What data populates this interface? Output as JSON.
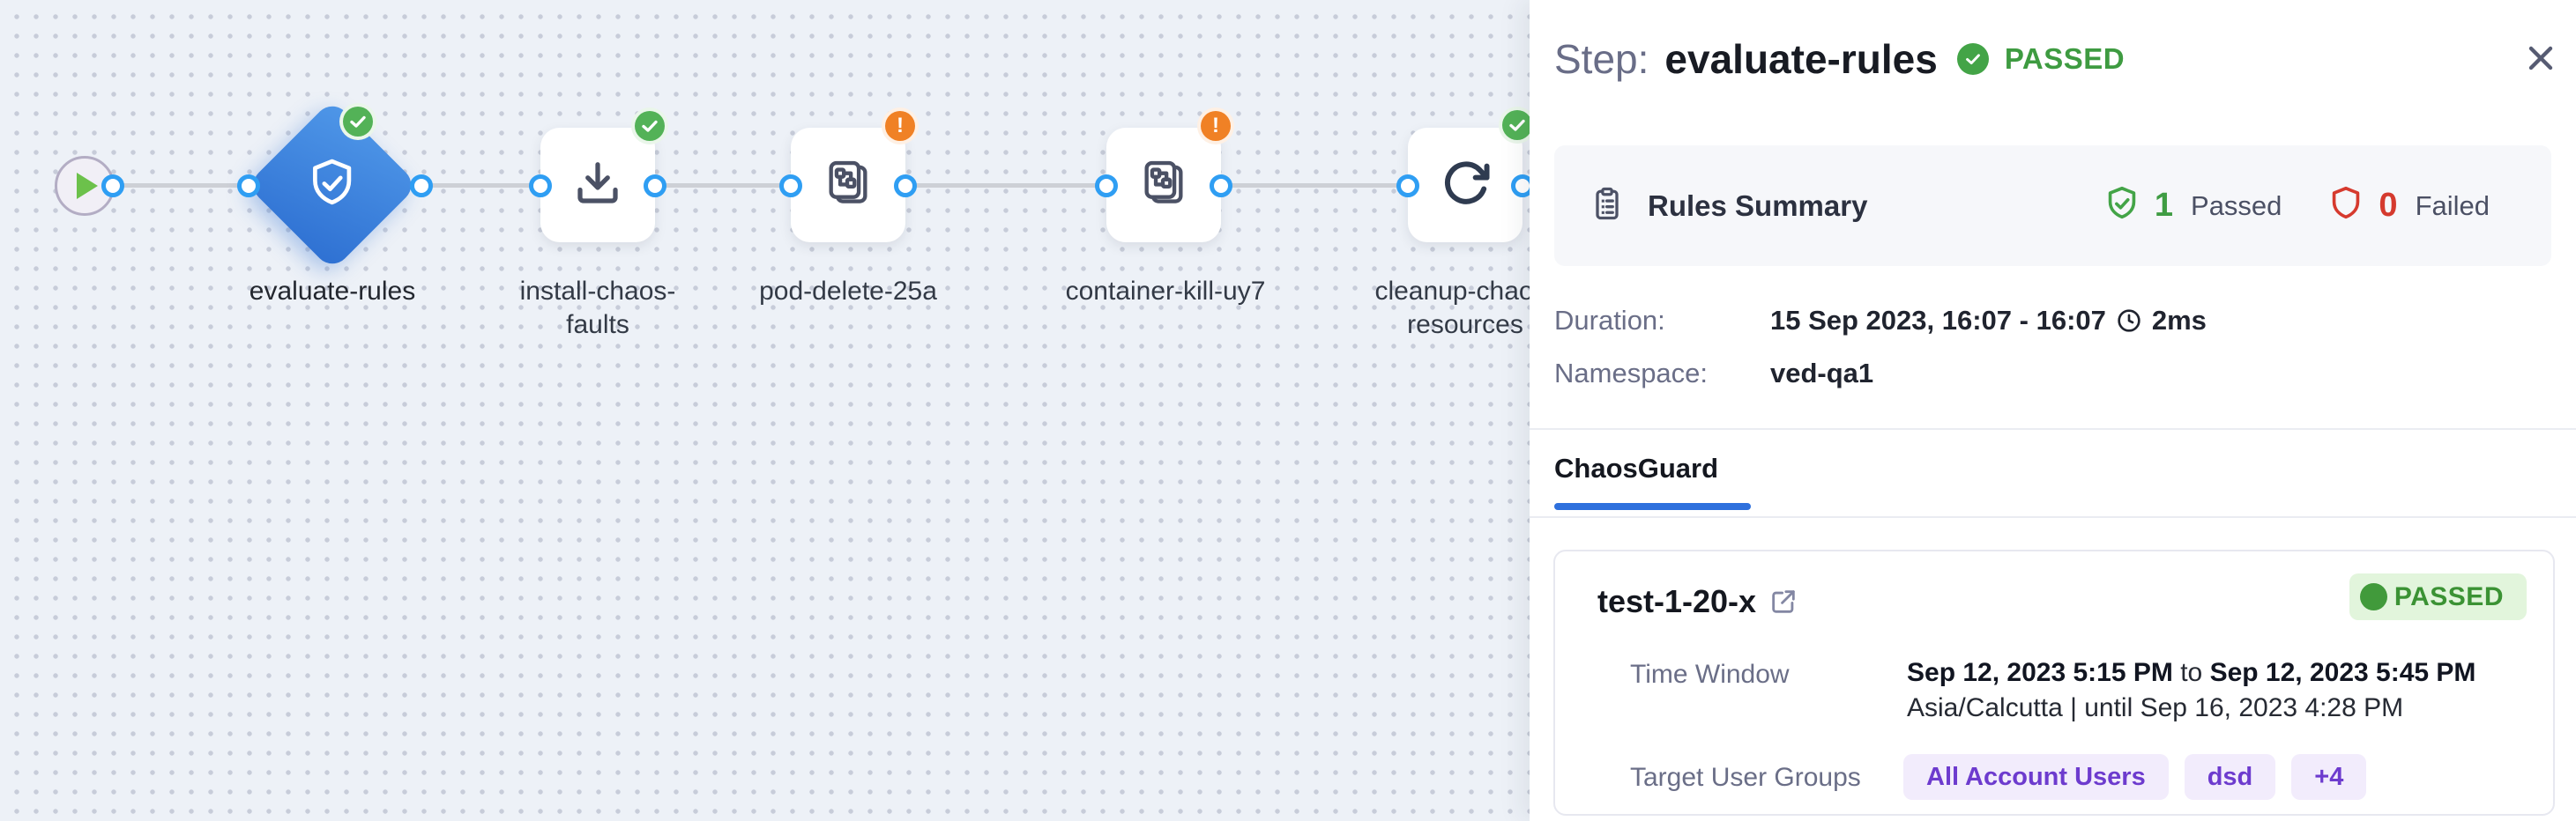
{
  "flow": {
    "nodes": [
      {
        "id": "start",
        "type": "start-node"
      },
      {
        "label": "evaluate-rules",
        "status": "passed",
        "type": "chaosguard-step"
      },
      {
        "label_line1": "install-chaos-",
        "label_line2": "faults",
        "status": "passed",
        "type": "install-step"
      },
      {
        "label": "pod-delete-25a",
        "status": "warning",
        "type": "fault-step"
      },
      {
        "label": "container-kill-uy7",
        "status": "warning",
        "type": "fault-step"
      },
      {
        "label_line1": "cleanup-chaos-",
        "label_line2": "resources",
        "status": "passed",
        "type": "cleanup-step"
      }
    ]
  },
  "panel": {
    "header": {
      "prefix": "Step:",
      "name": "evaluate-rules",
      "status": "PASSED"
    },
    "rules_summary": {
      "title": "Rules Summary",
      "passed_count": "1",
      "passed_label": "Passed",
      "failed_count": "0",
      "failed_label": "Failed"
    },
    "meta": {
      "duration_label": "Duration:",
      "duration_value": "15 Sep 2023, 16:07 - 16:07",
      "duration_elapsed": "2ms",
      "namespace_label": "Namespace:",
      "namespace_value": "ved-qa1"
    },
    "tabs": {
      "active": "ChaosGuard"
    },
    "guard": {
      "name": "test-1-20-x",
      "status": "PASSED",
      "time_window_label": "Time Window",
      "time_window_start": "Sep 12, 2023 5:15 PM",
      "time_window_join": "to",
      "time_window_end": "Sep 12, 2023 5:45 PM",
      "timezone_line": "Asia/Calcutta | until Sep 16, 2023 4:28 PM",
      "groups_label": "Target User Groups",
      "groups": [
        "All Account Users",
        "dsd",
        "+4"
      ]
    }
  },
  "colors": {
    "accent_blue": "#2e70dd",
    "node_blue": "#3b82d9",
    "port_blue": "#2f9ef3",
    "success_green": "#43a447",
    "warning_orange": "#f08125",
    "fail_red": "#d53a2e",
    "pill_purple": "#6d3bce",
    "canvas_bg": "#edf1f7"
  }
}
